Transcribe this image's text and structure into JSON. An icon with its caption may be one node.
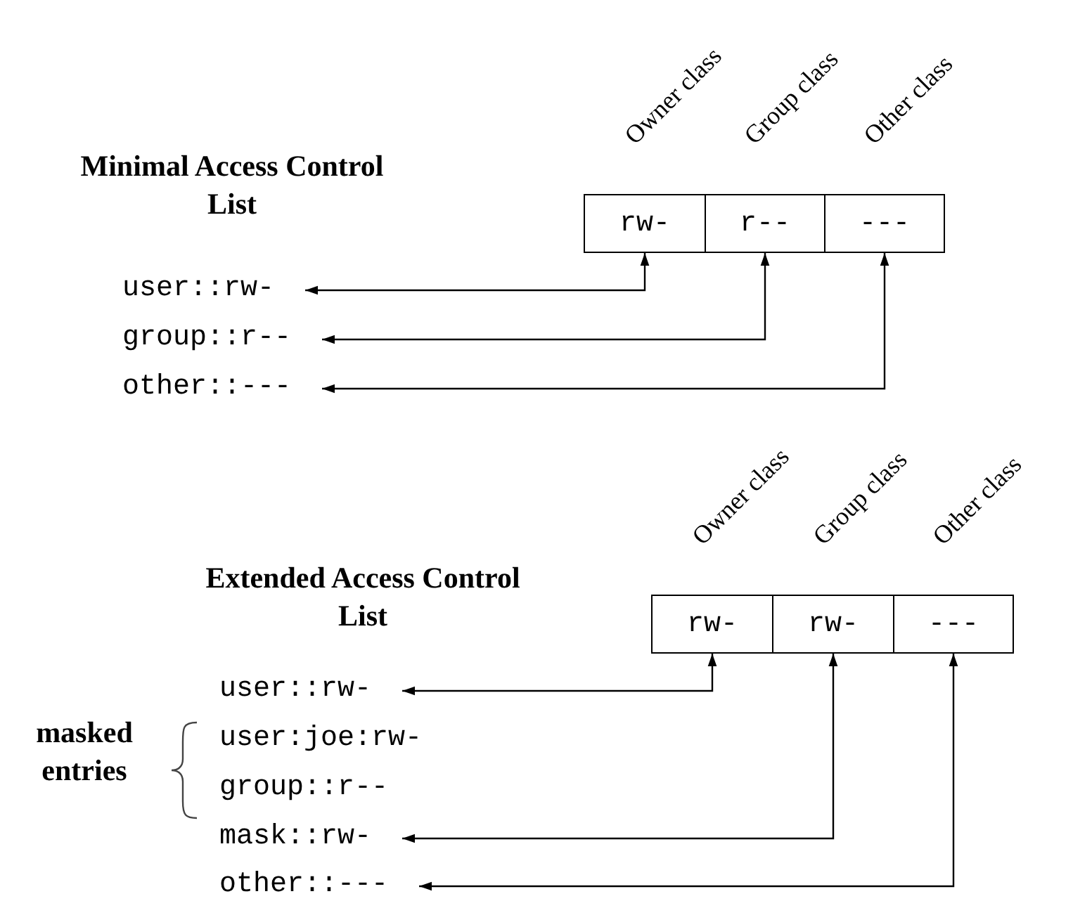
{
  "diagram": {
    "nodes": [
      {
        "text": [
          "rw-"
        ],
        "beside": [
          "Owner class"
        ]
      },
      {
        "text": [
          "r--"
        ],
        "beside": [
          "Group class"
        ]
      },
      {
        "text": [
          "---"
        ],
        "beside": [
          "Other class"
        ]
      },
      {
        "text": [
          "user::rw-"
        ]
      },
      {
        "text": [
          "group::r--"
        ]
      },
      {
        "text": [
          "other::---"
        ]
      },
      {
        "text": [
          "rw-"
        ],
        "beside": [
          "Owner class"
        ]
      },
      {
        "text": [
          "rw-"
        ],
        "beside": [
          "Group class"
        ]
      },
      {
        "text": [
          "---"
        ],
        "beside": [
          "Other class"
        ]
      },
      {
        "text": [
          "user::rw-"
        ]
      },
      {
        "text": [
          "user:joe:rw-"
        ]
      },
      {
        "text": [
          "group::r--"
        ]
      },
      {
        "text": [
          "mask::rw-"
        ]
      },
      {
        "text": [
          "other::---"
        ]
      }
    ],
    "edges": [
      {
        "from": 3,
        "to": 0,
        "arrow": "both"
      },
      {
        "from": 4,
        "to": 1,
        "arrow": "both"
      },
      {
        "from": 5,
        "to": 2,
        "arrow": "both"
      },
      {
        "from": 9,
        "to": 6,
        "arrow": "both"
      },
      {
        "from": 12,
        "to": 7,
        "arrow": "both"
      },
      {
        "from": 13,
        "to": 8,
        "arrow": "both"
      }
    ],
    "labels": [
      "Minimal Access Control List",
      "Extended Access Control List",
      "masked entries"
    ]
  }
}
